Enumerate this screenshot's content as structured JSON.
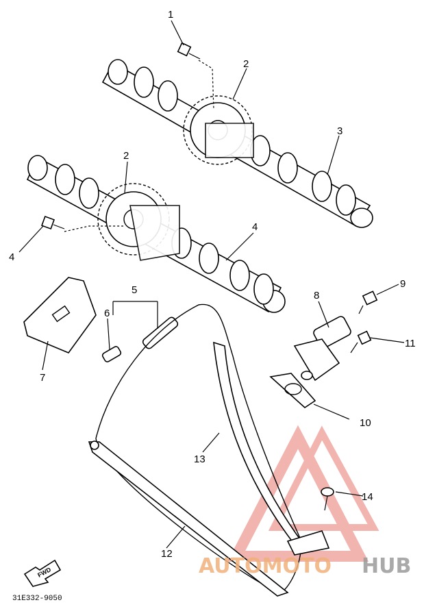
{
  "callouts": [
    "1",
    "2",
    "2",
    "3",
    "4",
    "4",
    "5",
    "6",
    "7",
    "8",
    "9",
    "10",
    "11",
    "12",
    "13",
    "14"
  ],
  "fwd_arrow_text": "FWD",
  "diagram_code": "31E332-9050",
  "watermark": {
    "part1": "AUTOMOTO",
    "part2": "HUB",
    "color_primary": "#f2a29a",
    "color_secondary": "#b9b9b9"
  }
}
